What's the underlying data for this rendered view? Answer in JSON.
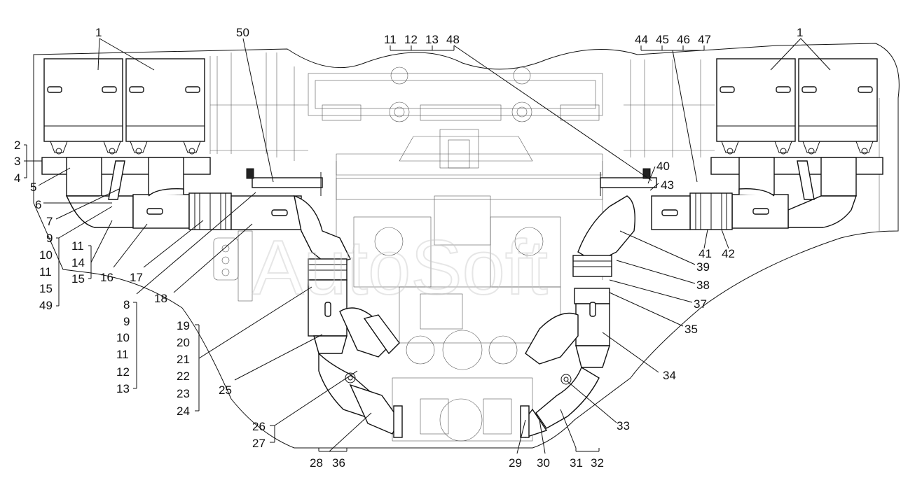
{
  "drawing": {
    "watermark": "AutoSoft",
    "callouts": {
      "c1a": "1",
      "c1b": "1",
      "c50": "50",
      "c2": "2",
      "c3": "3",
      "c4": "4",
      "c5": "5",
      "c6": "6",
      "c7": "7",
      "c9a": "9",
      "c10a": "10",
      "c11a": "11",
      "c11b": "11",
      "c14": "14",
      "c15a": "15",
      "c15b": "15",
      "c49": "49",
      "c16": "16",
      "c17": "17",
      "c18": "18",
      "c8": "8",
      "c9b": "9",
      "c10b": "10",
      "c11c": "11",
      "c12": "12",
      "c13": "13",
      "c19": "19",
      "c20": "20",
      "c21": "21",
      "c22": "22",
      "c23": "23",
      "c24": "24",
      "c25": "25",
      "c26": "26",
      "c27": "27",
      "c28": "28",
      "c36": "36",
      "c29": "29",
      "c30": "30",
      "c31": "31",
      "c32": "32",
      "c33": "33",
      "c34": "34",
      "c35": "35",
      "c37": "37",
      "c38": "38",
      "c39": "39",
      "c40": "40",
      "c41": "41",
      "c42": "42",
      "c43": "43",
      "c44": "44",
      "c45": "45",
      "c46": "46",
      "c47": "47",
      "top11": "11",
      "top12": "12",
      "top13": "13",
      "top48": "48"
    }
  }
}
